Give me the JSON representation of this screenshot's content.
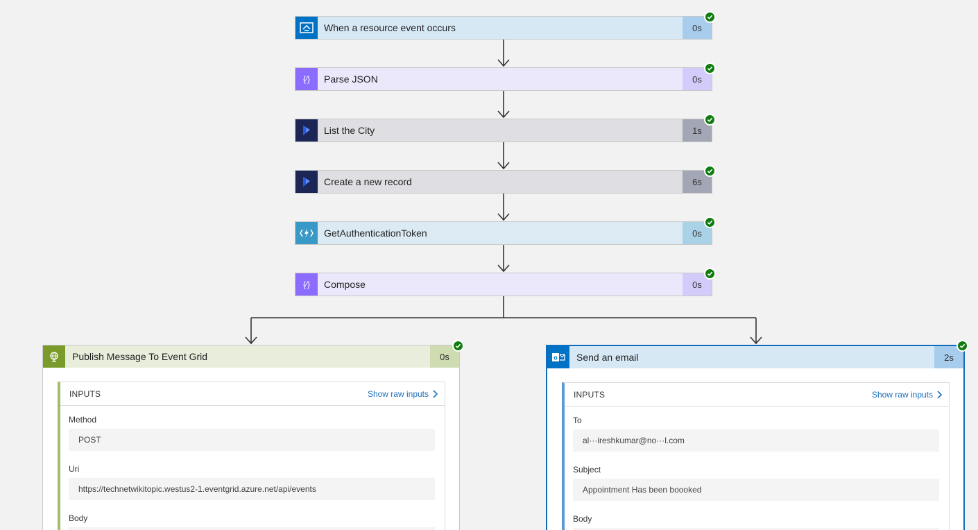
{
  "steps": [
    {
      "title": "When a resource event occurs",
      "duration": "0s",
      "icon": "event-grid-icon",
      "icon_color": "#0072c6",
      "bg": "#d7e8f5",
      "dur_bg": "#a8cdec"
    },
    {
      "title": "Parse JSON",
      "duration": "0s",
      "icon": "data-operations-icon",
      "icon_color": "#8c6cff",
      "bg": "#ebe8fc",
      "dur_bg": "#d3cbfa"
    },
    {
      "title": "List the City",
      "duration": "1s",
      "icon": "dynamics-icon",
      "icon_color": "#1c2656",
      "bg": "#dfdfe3",
      "dur_bg": "#a3a6b4"
    },
    {
      "title": "Create a new record",
      "duration": "6s",
      "icon": "dynamics-icon",
      "icon_color": "#1c2656",
      "bg": "#dfdfe3",
      "dur_bg": "#a3a6b4"
    },
    {
      "title": "GetAuthenticationToken",
      "duration": "0s",
      "icon": "azure-function-icon",
      "icon_color": "#3999c6",
      "bg": "#dcebf3",
      "dur_bg": "#a9d2e6"
    },
    {
      "title": "Compose",
      "duration": "0s",
      "icon": "data-operations-icon",
      "icon_color": "#8c6cff",
      "bg": "#ebe8fc",
      "dur_bg": "#d3cbfa"
    }
  ],
  "left_card": {
    "title": "Publish Message To Event Grid",
    "duration": "0s",
    "icon": "globe-icon",
    "icon_color": "#7a9a2a",
    "inputs_label": "INPUTS",
    "show_raw": "Show raw inputs",
    "fields": [
      {
        "label": "Method",
        "value": "POST"
      },
      {
        "label": "Uri",
        "value": "https://technetwikitopic.westus2-1.eventgrid.azure.net/api/events"
      },
      {
        "label": "Body",
        "value": ""
      }
    ]
  },
  "right_card": {
    "title": "Send an email",
    "duration": "2s",
    "icon": "outlook-icon",
    "icon_color": "#0072c6",
    "inputs_label": "INPUTS",
    "show_raw": "Show raw inputs",
    "fields": [
      {
        "label": "To",
        "value": "al···ireshkumar@no···l.com"
      },
      {
        "label": "Subject",
        "value": "Appointment Has been boooked"
      },
      {
        "label": "Body",
        "value": ""
      }
    ]
  }
}
